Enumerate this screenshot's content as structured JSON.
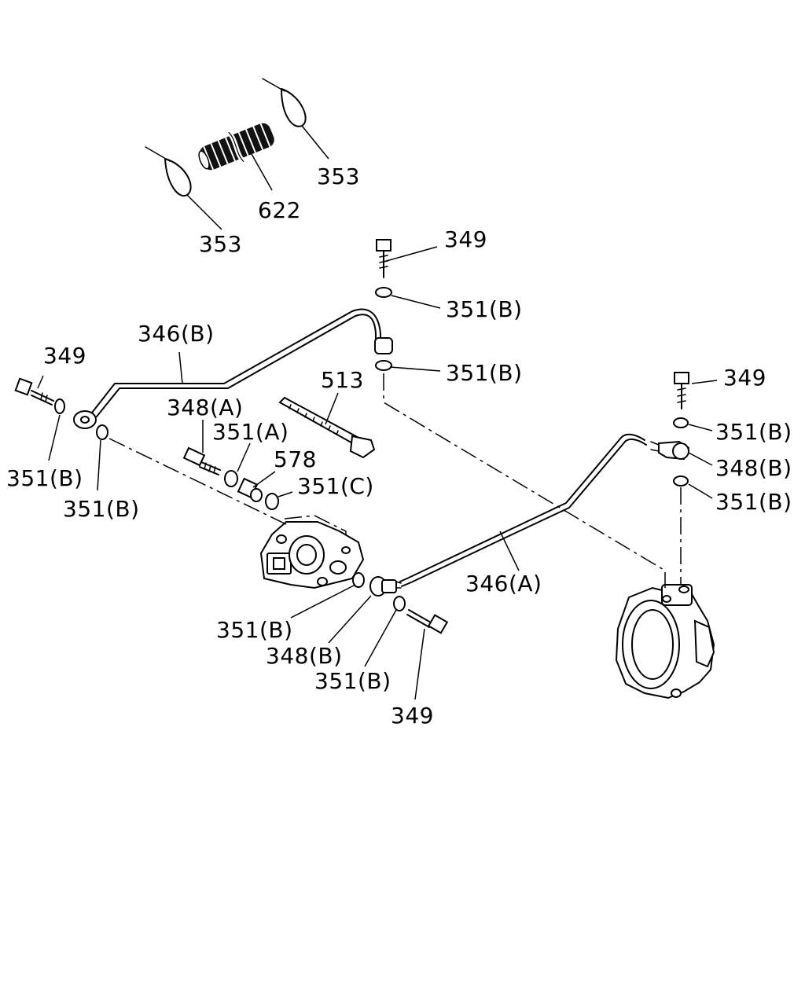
{
  "callouts": [
    {
      "id": "c1",
      "text": "353"
    },
    {
      "id": "c2",
      "text": "622"
    },
    {
      "id": "c3",
      "text": "353"
    },
    {
      "id": "c4",
      "text": "349"
    },
    {
      "id": "c5",
      "text": "351(B)"
    },
    {
      "id": "c6",
      "text": "351(B)"
    },
    {
      "id": "c7",
      "text": "346(B)"
    },
    {
      "id": "c8",
      "text": "349"
    },
    {
      "id": "c9",
      "text": "513"
    },
    {
      "id": "c10",
      "text": "348(A)"
    },
    {
      "id": "c11",
      "text": "351(A)"
    },
    {
      "id": "c12",
      "text": "578"
    },
    {
      "id": "c13",
      "text": "351(C)"
    },
    {
      "id": "c14",
      "text": "351(B)"
    },
    {
      "id": "c15",
      "text": "351(B)"
    },
    {
      "id": "c16",
      "text": "349"
    },
    {
      "id": "c17",
      "text": "351(B)"
    },
    {
      "id": "c18",
      "text": "348(B)"
    },
    {
      "id": "c19",
      "text": "351(B)"
    },
    {
      "id": "c20",
      "text": "346(A)"
    },
    {
      "id": "c21",
      "text": "351(B)"
    },
    {
      "id": "c22",
      "text": "348(B)"
    },
    {
      "id": "c23",
      "text": "351(B)"
    },
    {
      "id": "c24",
      "text": "349"
    }
  ]
}
